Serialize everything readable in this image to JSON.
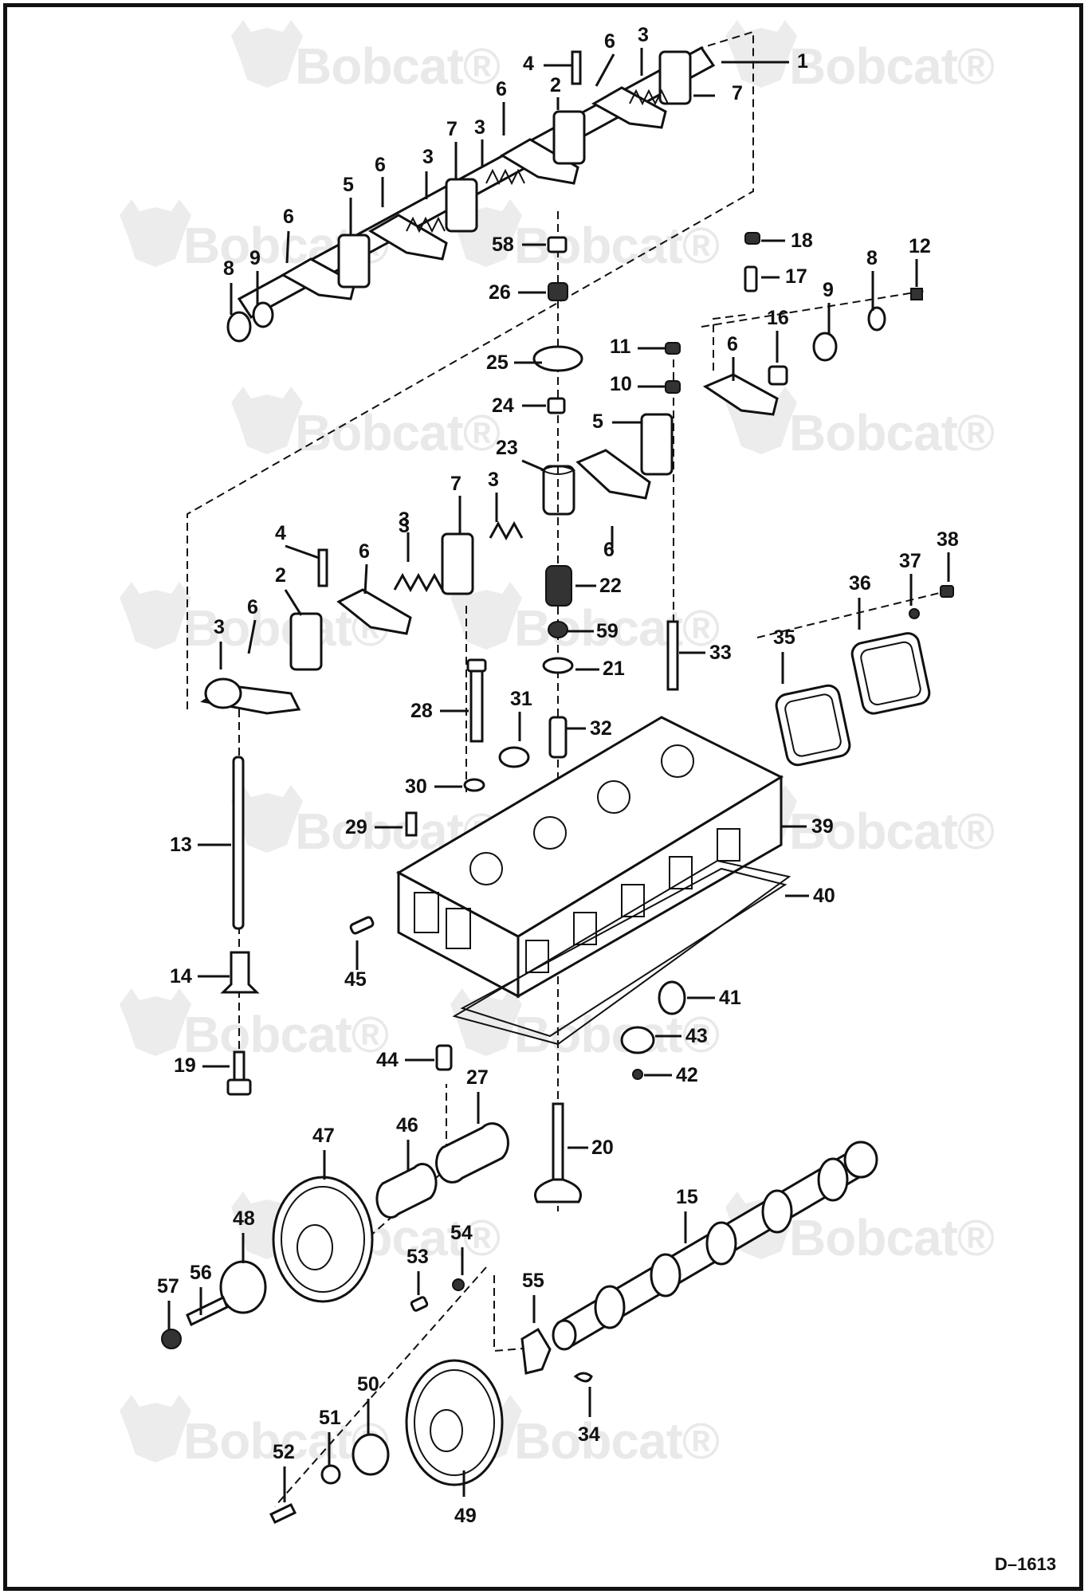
{
  "watermark": {
    "brand": "Bobcat",
    "registered": "®"
  },
  "figure_id": "D–1613",
  "callouts": [
    {
      "n": "1"
    },
    {
      "n": "2"
    },
    {
      "n": "3"
    },
    {
      "n": "4"
    },
    {
      "n": "5"
    },
    {
      "n": "6"
    },
    {
      "n": "7"
    },
    {
      "n": "8"
    },
    {
      "n": "9"
    },
    {
      "n": "10"
    },
    {
      "n": "11"
    },
    {
      "n": "12"
    },
    {
      "n": "13"
    },
    {
      "n": "14"
    },
    {
      "n": "15"
    },
    {
      "n": "16"
    },
    {
      "n": "17"
    },
    {
      "n": "18"
    },
    {
      "n": "19"
    },
    {
      "n": "20"
    },
    {
      "n": "21"
    },
    {
      "n": "22"
    },
    {
      "n": "23"
    },
    {
      "n": "24"
    },
    {
      "n": "25"
    },
    {
      "n": "26"
    },
    {
      "n": "27"
    },
    {
      "n": "28"
    },
    {
      "n": "29"
    },
    {
      "n": "30"
    },
    {
      "n": "31"
    },
    {
      "n": "32"
    },
    {
      "n": "33"
    },
    {
      "n": "34"
    },
    {
      "n": "35"
    },
    {
      "n": "36"
    },
    {
      "n": "37"
    },
    {
      "n": "38"
    },
    {
      "n": "39"
    },
    {
      "n": "40"
    },
    {
      "n": "41"
    },
    {
      "n": "42"
    },
    {
      "n": "43"
    },
    {
      "n": "44"
    },
    {
      "n": "45"
    },
    {
      "n": "46"
    },
    {
      "n": "47"
    },
    {
      "n": "48"
    },
    {
      "n": "49"
    },
    {
      "n": "50"
    },
    {
      "n": "51"
    },
    {
      "n": "52"
    },
    {
      "n": "53"
    },
    {
      "n": "54"
    },
    {
      "n": "55"
    },
    {
      "n": "56"
    },
    {
      "n": "57"
    },
    {
      "n": "58"
    },
    {
      "n": "59"
    }
  ]
}
